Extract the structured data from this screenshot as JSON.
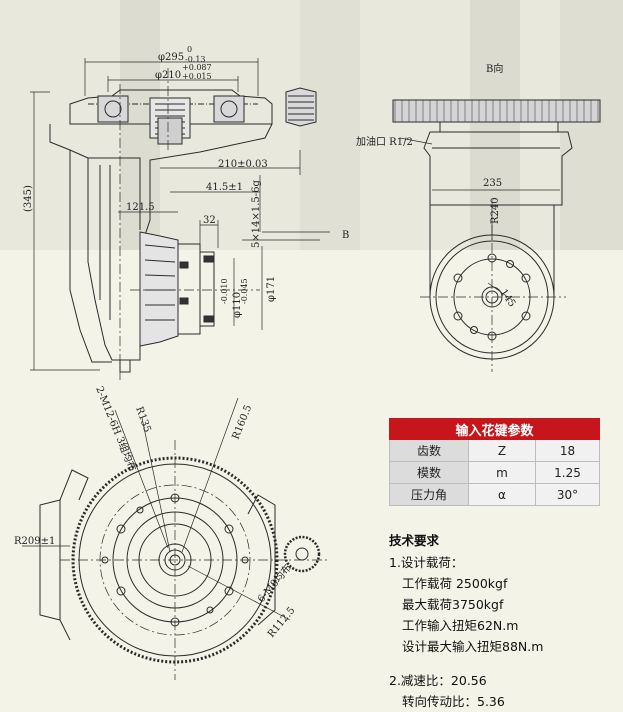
{
  "background": {
    "color": "#f3f1e4",
    "accent": "#c6161b",
    "line_color": "#2b2b2b"
  },
  "top_drawing": {
    "dims": {
      "d295": "φ295",
      "d295_tol_upper": "0",
      "d295_tol_lower": "-0.13",
      "d210": "φ210",
      "d210_tol_upper": "+0.087",
      "d210_tol_lower": "+0.015",
      "h345": "(345)",
      "w210": "210±0.03",
      "w41": "41.5±1",
      "w121": "121.5",
      "w32": "32",
      "spline": "5×14×1.5-6g",
      "d110": "φ110",
      "d110_tol_upper": "-0.010",
      "d110_tol_lower": "-0.045",
      "d171": "φ171",
      "arrow_b": "B"
    }
  },
  "b_view": {
    "title": "B向",
    "oil_port": "加油口 R1/2",
    "w235": "235",
    "r240": "R240",
    "d145": "145"
  },
  "bottom_drawing": {
    "holes_label": "2-M12-6H 3组均布",
    "r135": "R135",
    "r160": "R160.5",
    "r209": "R209±1",
    "m8": "6-M8均布",
    "r112": "R112.5"
  },
  "spline_table": {
    "title": "输入花键参数",
    "rows": [
      {
        "name": "齿数",
        "symbol": "Z",
        "value": "18"
      },
      {
        "name": "模数",
        "symbol": "m",
        "value": "1.25"
      },
      {
        "name": "压力角",
        "symbol": "α",
        "value": "30°"
      }
    ]
  },
  "tech": {
    "title": "技术要求",
    "l1": "1.设计载荷：",
    "l2": "工作载荷 2500kgf",
    "l3": "最大载荷3750kgf",
    "l4": "工作输入扭矩62N.m",
    "l5": "设计最大输入扭矩88N.m",
    "l6": "2.减速比：20.56",
    "l7": "转向传动比：5.36"
  }
}
